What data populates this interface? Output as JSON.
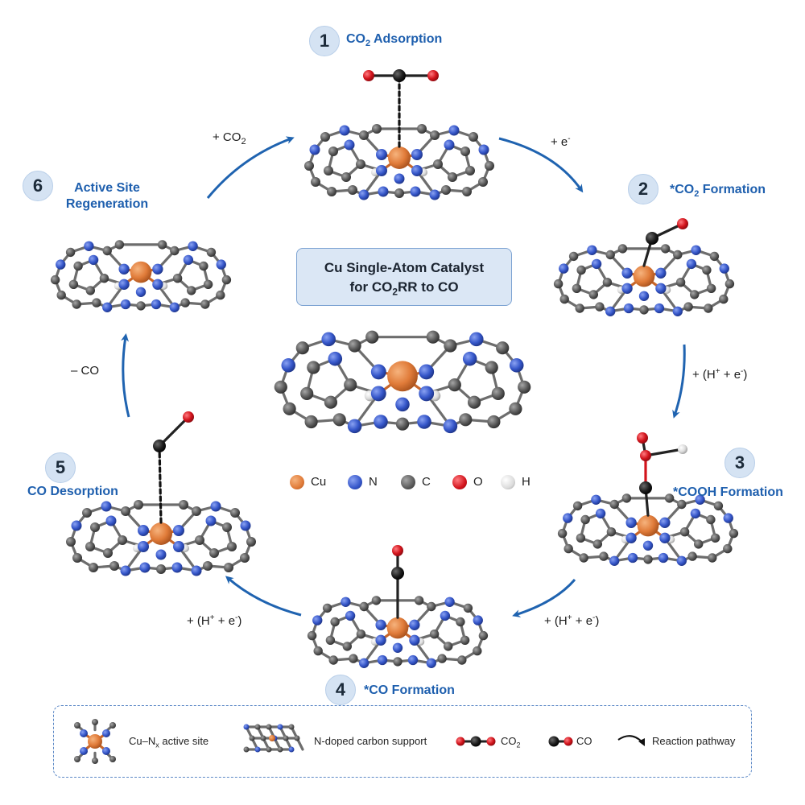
{
  "title": {
    "line1": "Cu Single-Atom Catalyst",
    "line2_pre": "for CO",
    "line2_sub": "2",
    "line2_post": "RR to CO"
  },
  "steps": [
    {
      "num": "1",
      "pre": "CO",
      "sub": "2",
      "post": " Adsorption"
    },
    {
      "num": "2",
      "pre": "*CO",
      "sub": "2",
      "post": " Formation"
    },
    {
      "num": "3",
      "pre": "*COOH Formation",
      "sub": "",
      "post": ""
    },
    {
      "num": "4",
      "pre": "*CO Formation",
      "sub": "",
      "post": ""
    },
    {
      "num": "5",
      "pre": "CO Desorption",
      "sub": "",
      "post": ""
    },
    {
      "num": "6",
      "line1": "Active Site",
      "line2": "Regeneration"
    }
  ],
  "reactions": {
    "r61": {
      "pre": "+ CO",
      "sub": "2"
    },
    "r12": {
      "pre": "+ e",
      "sup": "-"
    },
    "r23": {
      "a": "+ (H",
      "sup1": "+",
      "b": " + e",
      "sup2": "-",
      "c": ")"
    },
    "r34": {
      "a": "+ (H",
      "sup1": "+",
      "b": " + e",
      "sup2": "-",
      "c": ")"
    },
    "r45": {
      "a": "+ (H",
      "sup1": "+",
      "b": " + e",
      "sup2": "-",
      "c": ")"
    },
    "r56": {
      "text": "– CO"
    }
  },
  "legend": [
    {
      "label": "Cu",
      "color": "#e07b39"
    },
    {
      "label": "N",
      "color": "#3556c9"
    },
    {
      "label": "C",
      "color": "#5a5a5a"
    },
    {
      "label": "O",
      "color": "#d2141c"
    },
    {
      "label": "H",
      "color": "#dcdcdc"
    }
  ],
  "key": {
    "site_pre": "Cu–N",
    "site_sub": "x",
    "site_post": " active site",
    "support": "N-doped carbon support",
    "co2_pre": "CO",
    "co2_sub": "2",
    "co": "CO",
    "pathway": "Reaction pathway"
  },
  "colors": {
    "accent": "#1e5fae",
    "arrow": "#1f63b0",
    "cu": "#e07b39",
    "n": "#3556c9",
    "c": "#5a5a5a",
    "o": "#d2141c",
    "h": "#dcdcdc"
  }
}
